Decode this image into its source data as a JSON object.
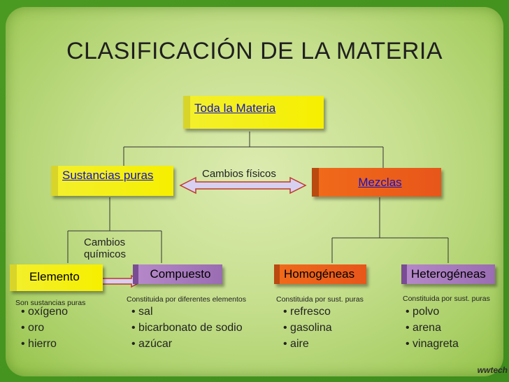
{
  "title": "CLASIFICACIÓN DE LA MATERIA",
  "nodes": {
    "root": "Toda la Materia",
    "pure": "Sustancias puras",
    "mixtures": "Mezclas",
    "element": "Elemento",
    "compound": "Compuesto",
    "homogeneous": "Homogéneas",
    "heterogeneous": "Heterogéneas"
  },
  "labels": {
    "physical_changes": "Cambios físicos",
    "chemical_changes_1": "Cambios",
    "chemical_changes_2": "químicos"
  },
  "descriptions": {
    "element": "Son sustancias puras",
    "compound": "Constituida por diferentes elementos",
    "homogeneous": "Constituida por sust. puras",
    "heterogeneous": "Constituida por sust. puras"
  },
  "examples": {
    "element": [
      "oxígeno",
      "oro",
      "hierro"
    ],
    "compound": [
      "sal",
      "bicarbonato de sodio",
      "azúcar"
    ],
    "homogeneous": [
      "refresco",
      "gasolina",
      "aire"
    ],
    "heterogeneous": [
      "polvo",
      "arena",
      "vinagreta"
    ]
  },
  "colors": {
    "yellow_box": "#f3ef2a",
    "orange_box": "#e8561a",
    "purple_box": "#9a6cb2",
    "link_text": "#1414c8",
    "panel_green": "#c6df8e"
  },
  "logo": "wwtech"
}
